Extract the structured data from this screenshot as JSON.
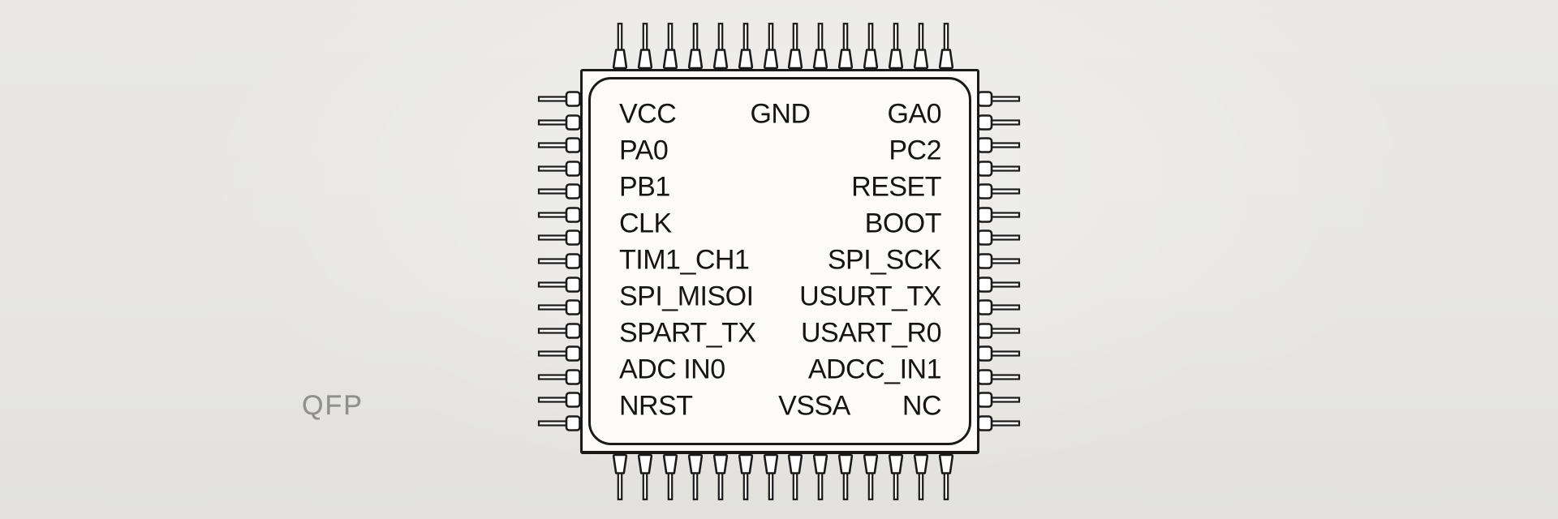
{
  "package": {
    "label": "QFP"
  },
  "chip": {
    "rows": [
      {
        "left": "VCC",
        "middle": "GND",
        "right": "GA0"
      },
      {
        "left": "PA0",
        "middle": "",
        "right": "PC2"
      },
      {
        "left": "PB1",
        "middle": "",
        "right": "RESET"
      },
      {
        "left": "CLK",
        "middle": "",
        "right": "BOOT"
      },
      {
        "left": "TIM1_CH1",
        "middle": "",
        "right": "SPI_SCK"
      },
      {
        "left": "SPI_MISOI",
        "middle": "",
        "right": "USURT_TX"
      },
      {
        "left": "SPART_TX",
        "middle": "",
        "right": "USART_R0"
      },
      {
        "left": "ADC IN0",
        "middle": "",
        "right": "ADCC_IN1"
      },
      {
        "left": "NRST",
        "middle": "VSSA",
        "right": "NC"
      }
    ]
  },
  "pins": {
    "top": {
      "count": 14
    },
    "bottom": {
      "count": 14
    },
    "left": {
      "count": 15
    },
    "right": {
      "count": 15
    }
  },
  "colors": {
    "background": "#e8e7e4",
    "chip_fill": "#fcfbf9",
    "stroke": "#1a1a1a",
    "label_text": "#151515",
    "package_label_gray": "#8f8f8c"
  }
}
